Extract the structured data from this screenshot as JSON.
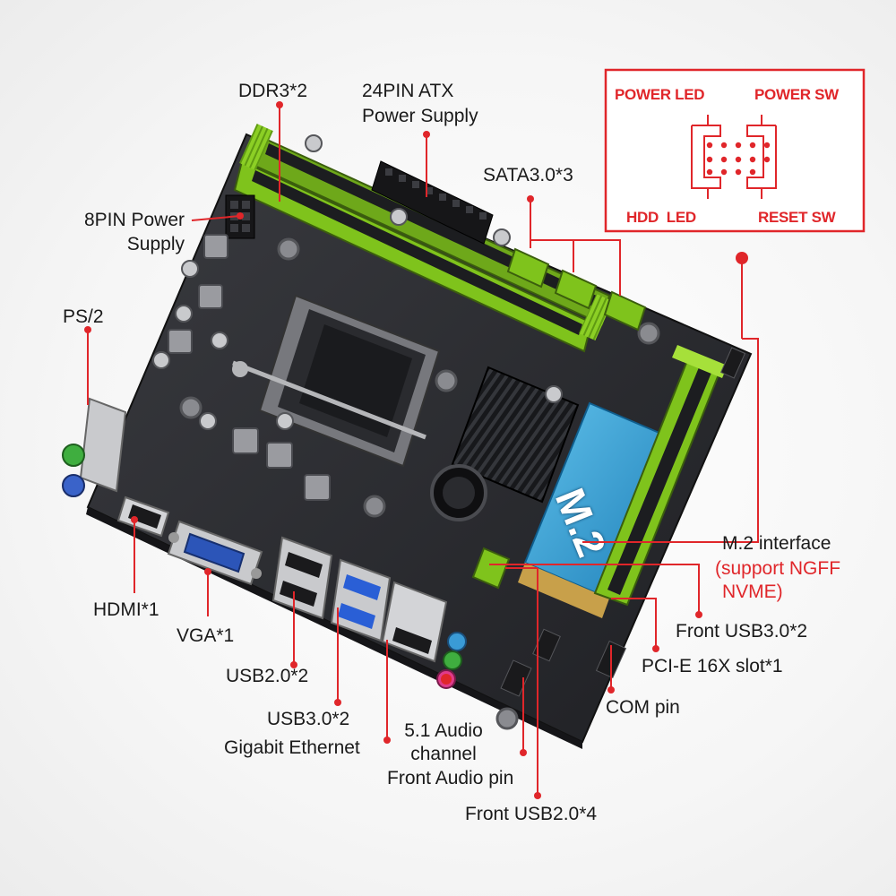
{
  "callouts": {
    "ddr3": "DDR3*2",
    "atx_line1": "24PIN ATX",
    "atx_line2": "Power Supply",
    "sata": "SATA3.0*3",
    "pin8_line1": "8PIN Power",
    "pin8_line2": "Supply",
    "ps2": "PS/2",
    "hdmi": "HDMI*1",
    "vga": "VGA*1",
    "usb2_rear": "USB2.0*2",
    "usb3_rear": "USB3.0*2",
    "ethernet": "Gigabit Ethernet",
    "audio_line1": "5.1 Audio",
    "audio_line2": "channel",
    "front_audio": "Front Audio pin",
    "front_usb2": "Front USB2.0*4",
    "com": "COM pin",
    "pcie": "PCI-E 16X slot*1",
    "front_usb3": "Front USB3.0*2",
    "m2_line1": "M.2 interface",
    "m2_line2": "(support NGFF",
    "m2_line3": "NVME)"
  },
  "front_panel": {
    "power_led": "POWER LED",
    "power_sw": "POWER SW",
    "hdd_led": "HDD  LED",
    "reset_sw": "RESET SW"
  },
  "board": {
    "m2_badge": "M.2"
  },
  "colors": {
    "callout_red": "#e0262a",
    "pcb_dark": "#2b2c30",
    "slot_green": "#7fc31c",
    "m2_blue": "#3aa3d8",
    "text": "#1a1a1a"
  }
}
